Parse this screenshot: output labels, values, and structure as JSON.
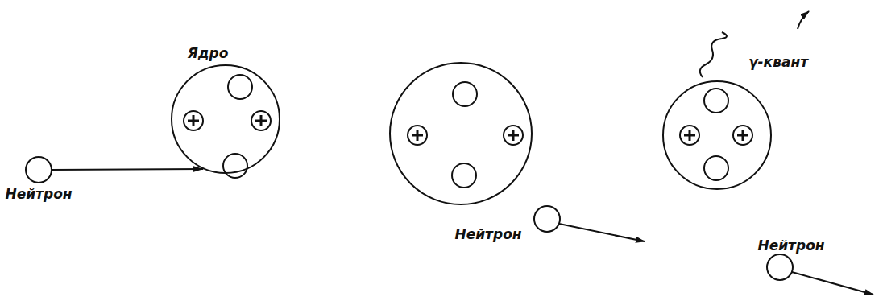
{
  "diagram": {
    "nodes": [
      {
        "text": [
          "Нейтрон"
        ]
      },
      {
        "text": [
          "Ядро"
        ]
      }
    ],
    "edges": [
      {
        "from": 0,
        "to": 1,
        "arrow": "to"
      }
    ],
    "labels": [
      "Нейтрон",
      "γ-квант",
      "Нейтрон"
    ]
  }
}
